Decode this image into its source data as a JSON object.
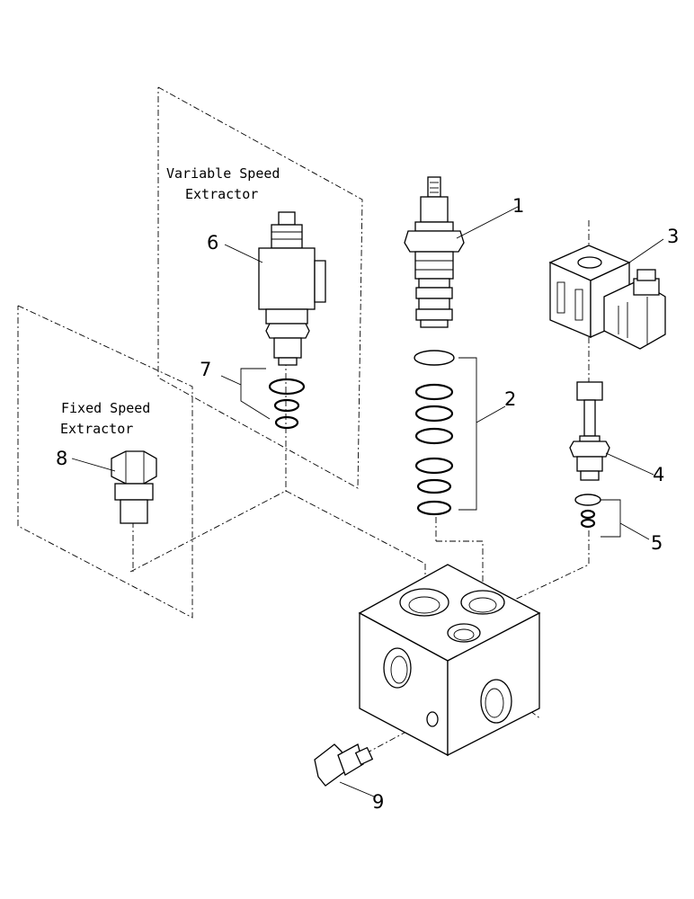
{
  "labels": {
    "variable_speed_line1": "Variable Speed",
    "variable_speed_line2": "Extractor",
    "fixed_speed_line1": "Fixed Speed",
    "fixed_speed_line2": "Extractor"
  },
  "callouts": [
    "1",
    "2",
    "3",
    "4",
    "5",
    "6",
    "7",
    "8",
    "9"
  ]
}
